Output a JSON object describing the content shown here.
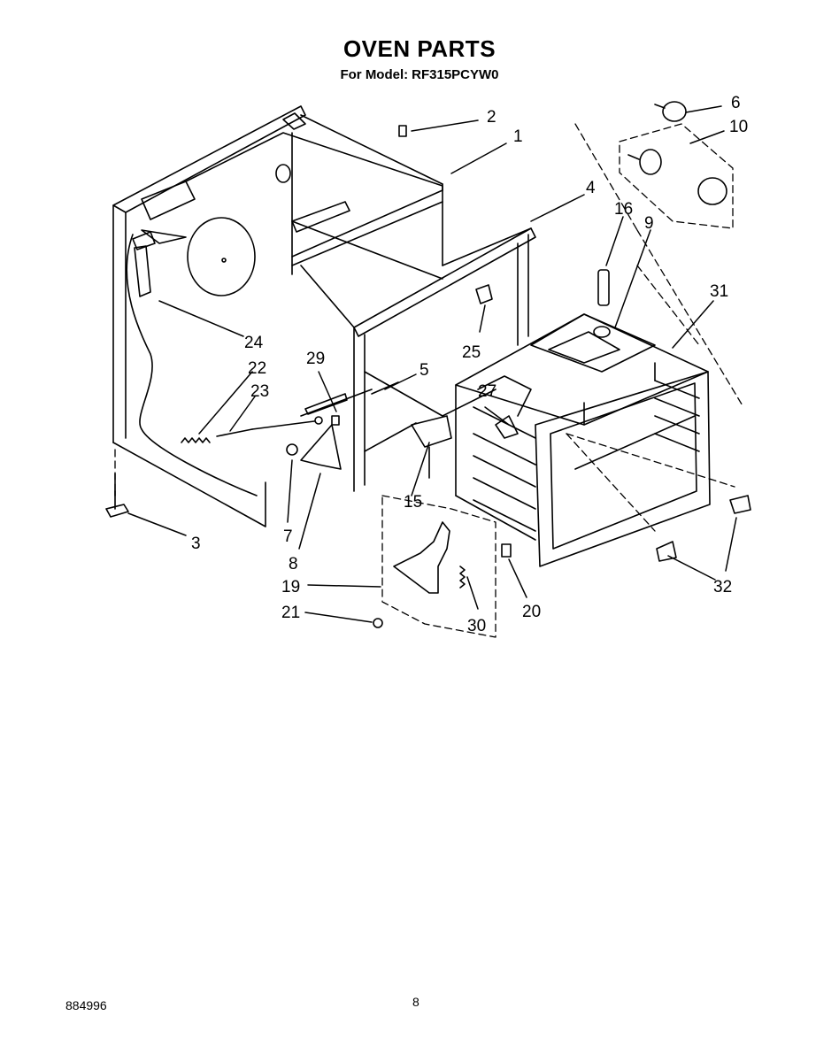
{
  "header": {
    "title": "OVEN PARTS",
    "model_prefix": "For Model:",
    "model_number": "RF315PCYW0"
  },
  "callouts": [
    "1",
    "2",
    "3",
    "4",
    "5",
    "6",
    "7",
    "8",
    "9",
    "10",
    "15",
    "16",
    "19",
    "20",
    "21",
    "22",
    "23",
    "24",
    "25",
    "27",
    "29",
    "30",
    "31",
    "32"
  ],
  "footer": {
    "part_number": "884996",
    "page_number": "8"
  }
}
